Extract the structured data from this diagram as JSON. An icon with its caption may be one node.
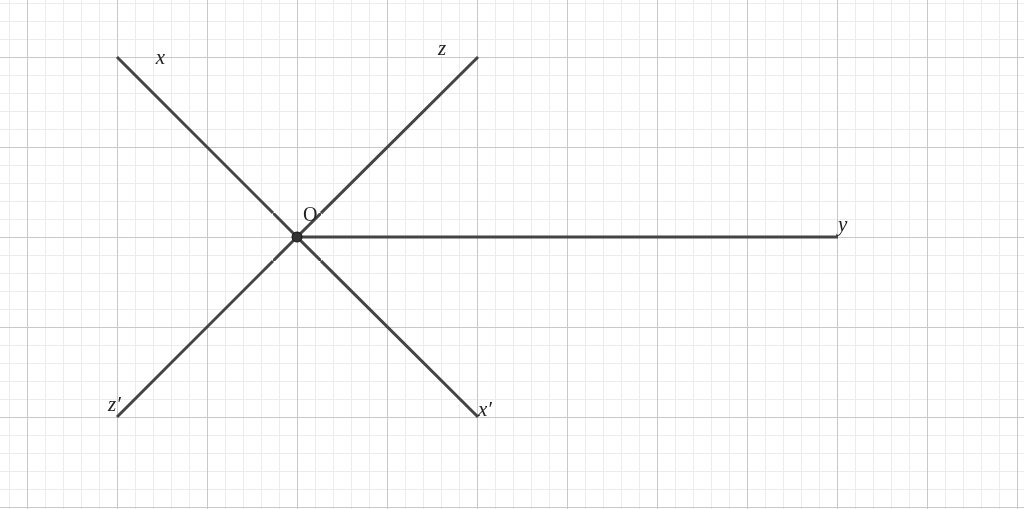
{
  "diagram": {
    "nodes": [
      {
        "text": [
          "x"
        ]
      },
      {
        "text": [
          "z"
        ]
      },
      {
        "text": [
          "O"
        ]
      },
      {
        "text": [
          "y"
        ]
      },
      {
        "text": [
          "z′"
        ]
      },
      {
        "text": [
          "x′"
        ]
      }
    ],
    "edges": [
      {
        "from": 2,
        "to": 0,
        "arrow": "none"
      },
      {
        "from": 2,
        "to": 1,
        "arrow": "none"
      },
      {
        "from": 2,
        "to": 3,
        "arrow": "none"
      },
      {
        "from": 2,
        "to": 4,
        "arrow": "none"
      },
      {
        "from": 2,
        "to": 5,
        "arrow": "none"
      }
    ]
  }
}
